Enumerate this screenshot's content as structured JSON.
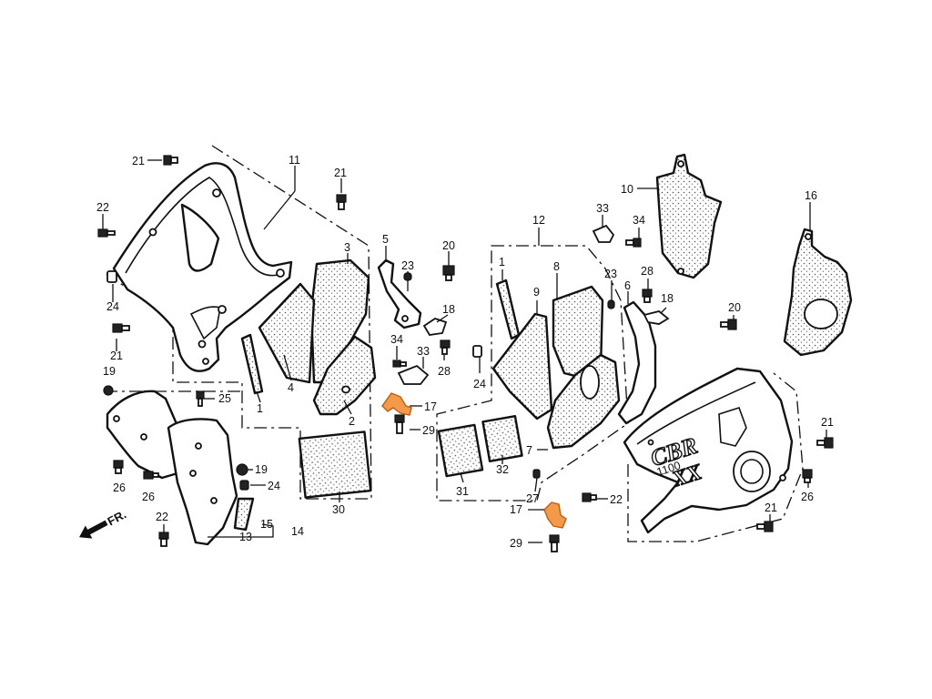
{
  "logo": {
    "text_1": "CBR",
    "text_2": "XX",
    "small": "1100"
  },
  "front_arrow": "FR.",
  "colors": {
    "highlight": "#f29a4a",
    "line": "#111111"
  },
  "callouts": [
    {
      "id": "c1",
      "label": "21"
    },
    {
      "id": "c2",
      "label": "11"
    },
    {
      "id": "c3",
      "label": "21"
    },
    {
      "id": "c4",
      "label": "22"
    },
    {
      "id": "c5",
      "label": "24"
    },
    {
      "id": "c6",
      "label": "21"
    },
    {
      "id": "c7",
      "label": "3"
    },
    {
      "id": "c8",
      "label": "4"
    },
    {
      "id": "c9",
      "label": "1"
    },
    {
      "id": "c10",
      "label": "2"
    },
    {
      "id": "c11",
      "label": "5"
    },
    {
      "id": "c12",
      "label": "23"
    },
    {
      "id": "c13",
      "label": "20"
    },
    {
      "id": "c14",
      "label": "18"
    },
    {
      "id": "c15",
      "label": "34"
    },
    {
      "id": "c16",
      "label": "33"
    },
    {
      "id": "c17",
      "label": "28"
    },
    {
      "id": "c18",
      "label": "17"
    },
    {
      "id": "c19",
      "label": "29"
    },
    {
      "id": "c20",
      "label": "19"
    },
    {
      "id": "c21",
      "label": "25"
    },
    {
      "id": "c22",
      "label": "26"
    },
    {
      "id": "c23",
      "label": "26"
    },
    {
      "id": "c24",
      "label": "19"
    },
    {
      "id": "c25",
      "label": "24"
    },
    {
      "id": "c26",
      "label": "22"
    },
    {
      "id": "c27",
      "label": "15"
    },
    {
      "id": "c28",
      "label": "13"
    },
    {
      "id": "c29",
      "label": "14"
    },
    {
      "id": "c30",
      "label": "30"
    },
    {
      "id": "c31",
      "label": "24"
    },
    {
      "id": "c32",
      "label": "12"
    },
    {
      "id": "c33",
      "label": "1"
    },
    {
      "id": "c34",
      "label": "8"
    },
    {
      "id": "c35",
      "label": "9"
    },
    {
      "id": "c36",
      "label": "7"
    },
    {
      "id": "c37",
      "label": "31"
    },
    {
      "id": "c38",
      "label": "32"
    },
    {
      "id": "c39",
      "label": "27"
    },
    {
      "id": "c40",
      "label": "22"
    },
    {
      "id": "c41",
      "label": "17"
    },
    {
      "id": "c42",
      "label": "29"
    },
    {
      "id": "c43",
      "label": "33"
    },
    {
      "id": "c44",
      "label": "34"
    },
    {
      "id": "c45",
      "label": "10"
    },
    {
      "id": "c46",
      "label": "23"
    },
    {
      "id": "c47",
      "label": "28"
    },
    {
      "id": "c48",
      "label": "18"
    },
    {
      "id": "c49",
      "label": "6"
    },
    {
      "id": "c50",
      "label": "20"
    },
    {
      "id": "c51",
      "label": "16"
    },
    {
      "id": "c52",
      "label": "21"
    },
    {
      "id": "c53",
      "label": "26"
    },
    {
      "id": "c54",
      "label": "21"
    }
  ]
}
